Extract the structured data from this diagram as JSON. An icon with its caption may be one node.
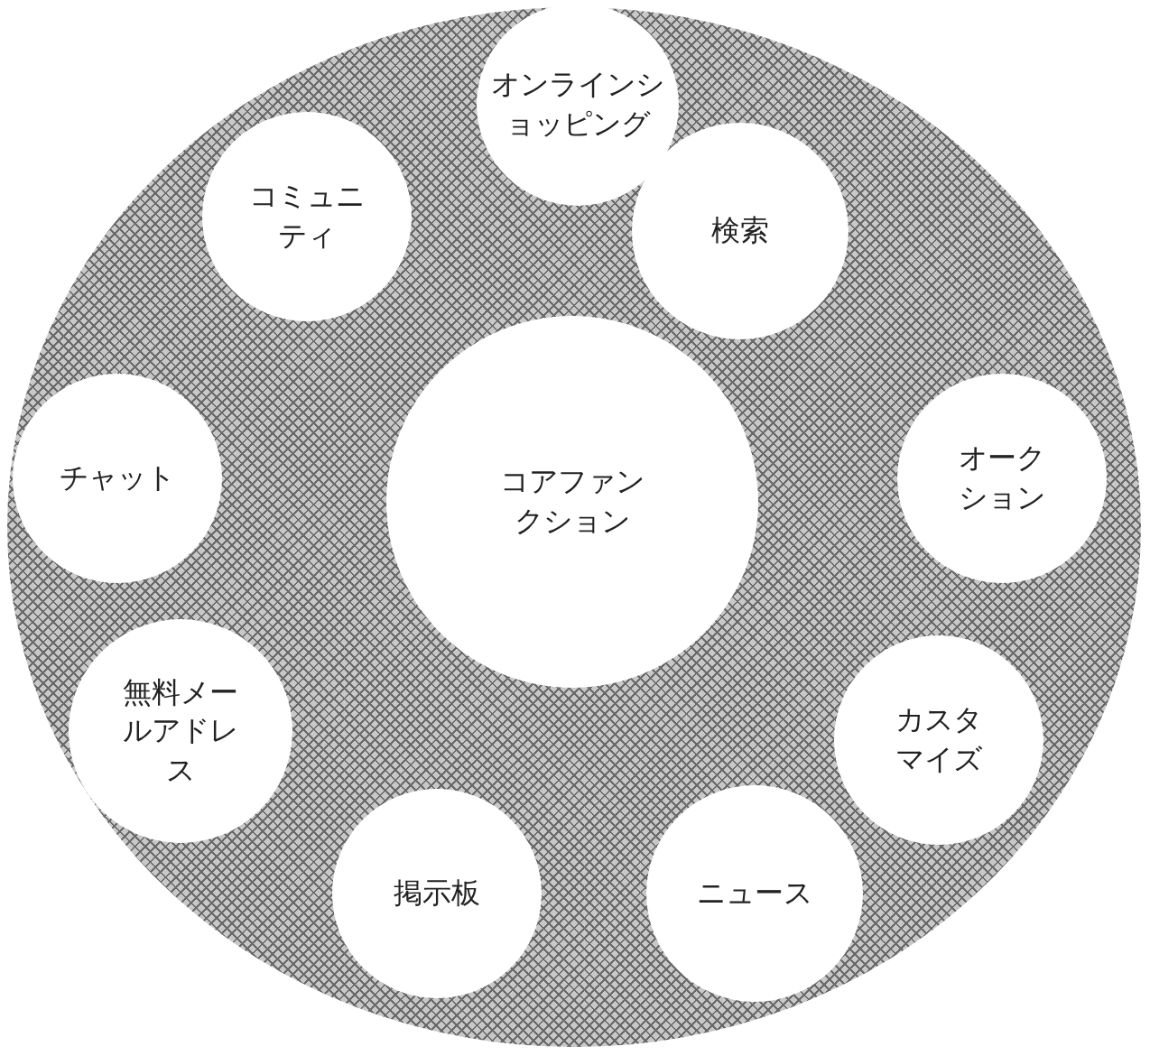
{
  "diagram": {
    "nodes": [
      {
        "text": [],
        "shape": "circle"
      },
      {
        "text": [
          "オンラインショッピング"
        ],
        "in": 0
      },
      {
        "text": [
          "コミュニティ"
        ],
        "in": 0
      },
      {
        "text": [
          "検索"
        ],
        "in": 0
      },
      {
        "text": [
          "チャット"
        ],
        "in": 0
      },
      {
        "text": [
          "コアファンクション"
        ],
        "in": 0
      },
      {
        "text": [
          "オークション"
        ],
        "in": 0
      },
      {
        "text": [
          "無料メールアドレス"
        ],
        "in": 0
      },
      {
        "text": [
          "カスタマイズ"
        ],
        "in": 0
      },
      {
        "text": [
          "掲示板"
        ],
        "in": 0
      },
      {
        "text": [
          "ニュース"
        ],
        "in": 0
      }
    ]
  }
}
